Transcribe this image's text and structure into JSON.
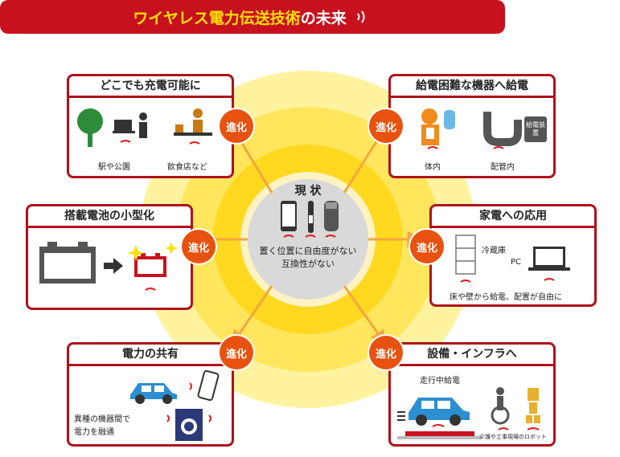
{
  "title": {
    "main": "ワイヤレス電力伝送技術",
    "suffix": "の未来"
  },
  "center": {
    "heading": "現 状",
    "line1": "置く位置に自由度がない",
    "line2": "互換性がない"
  },
  "evolution_label": "進化",
  "panels": {
    "charge_anywhere": {
      "title": "どこでも充電可能に",
      "label1": "駅や公園",
      "label2": "飲食店など"
    },
    "hard_to_power": {
      "title": "給電困難な機器へ給電",
      "label1": "体内",
      "label2": "配管内",
      "device_label": "給電装置"
    },
    "battery": {
      "title": "搭載電池の小型化"
    },
    "appliances": {
      "title": "家電への応用",
      "fridge": "冷蔵庫",
      "pc": "PC",
      "caption": "床や壁から給電、配置が自由に"
    },
    "sharing": {
      "title": "電力の共有",
      "caption1": "異種の機器間で",
      "caption2": "電力を融通"
    },
    "infrastructure": {
      "title": "設備・インフラへ",
      "driving": "走行中給電",
      "robot": "介護や工事現場のロボット"
    }
  },
  "colors": {
    "red": "#c8111e",
    "orange": "#e8520f",
    "yellow": "#ffe100",
    "arrow": "#f4a640",
    "blue": "#2b8fd0"
  }
}
